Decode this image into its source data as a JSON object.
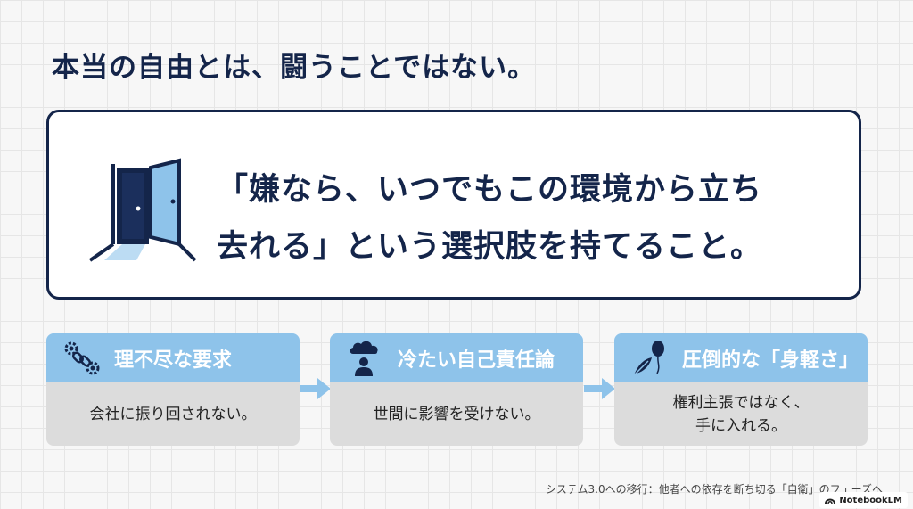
{
  "title": "本当の自由とは、闘うことではない。",
  "quote": {
    "line1": "「嫌なら、いつでもこの環境から立ち",
    "line2": "去れる」という選択肢を持てること。"
  },
  "cards": [
    {
      "title": "理不尽な要求",
      "text_line1": "会社に振り回されない。",
      "text_line2": "",
      "icon": "gears-chain-icon"
    },
    {
      "title": "冷たい自己責任論",
      "text_line1": "世間に影響を受けない。",
      "text_line2": "",
      "icon": "person-cloud-icon"
    },
    {
      "title": "圧倒的な「身軽さ」",
      "text_line1": "権利主張ではなく、",
      "text_line2": "手に入れる。",
      "icon": "feather-balloon-icon"
    }
  ],
  "footer": "システム3.0への移行：他者への依存を断ち切る「自衛」のフェーズへ",
  "brand": "NotebookLM",
  "colors": {
    "navy": "#14254a",
    "header_blue": "#8ec3ea",
    "body_gray": "#dcdcdc",
    "arrow_blue": "#8ec3ea"
  }
}
